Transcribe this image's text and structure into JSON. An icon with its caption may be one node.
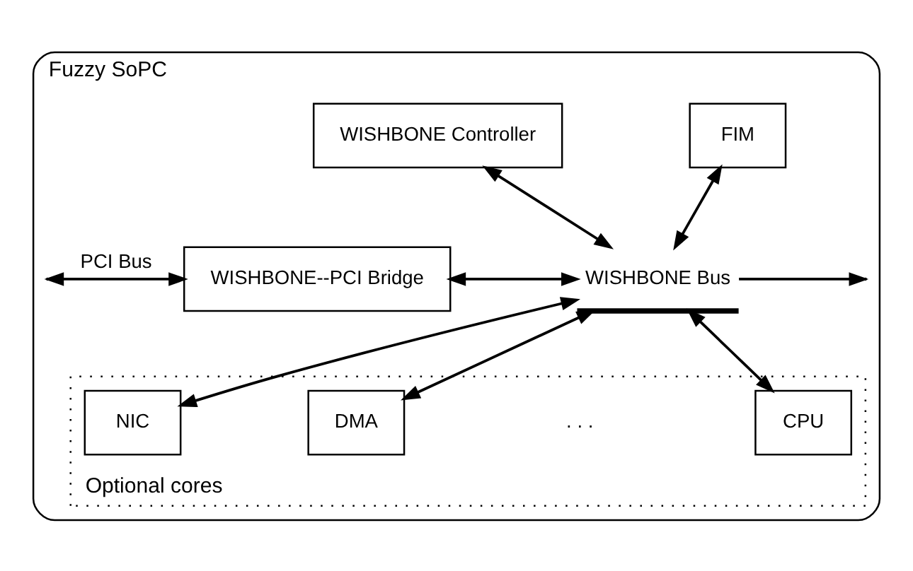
{
  "diagram": {
    "nodes": [
      {
        "text": [
          "Fuzzy SoPC"
        ]
      },
      {
        "text": [
          "WISHBONE Controller"
        ],
        "in": 0
      },
      {
        "text": [
          "FIM"
        ],
        "in": 0
      },
      {
        "text": [
          "WISHBONE--PCI Bridge"
        ],
        "in": 0
      },
      {
        "text": [
          "WISHBONE Bus"
        ],
        "in": 0
      },
      {
        "text": [
          "Optional cores"
        ],
        "in": 0
      },
      {
        "text": [
          "NIC"
        ],
        "in": 5
      },
      {
        "text": [
          "DMA"
        ],
        "in": 5
      },
      {
        "text": [
          "CPU"
        ],
        "in": 5
      }
    ],
    "edges": [
      {
        "from": null,
        "to": 3,
        "arrow": "both",
        "label": "PCI Bus"
      },
      {
        "from": 3,
        "to": 4,
        "arrow": "both"
      },
      {
        "from": 1,
        "to": 4,
        "arrow": "both"
      },
      {
        "from": 2,
        "to": 4,
        "arrow": "both"
      },
      {
        "from": 4,
        "to": 6,
        "arrow": "both"
      },
      {
        "from": 4,
        "to": 7,
        "arrow": "both"
      },
      {
        "from": 4,
        "to": 8,
        "arrow": "both"
      },
      {
        "from": 4,
        "to": null,
        "arrow": "to"
      }
    ],
    "labels": [
      ". . ."
    ]
  }
}
